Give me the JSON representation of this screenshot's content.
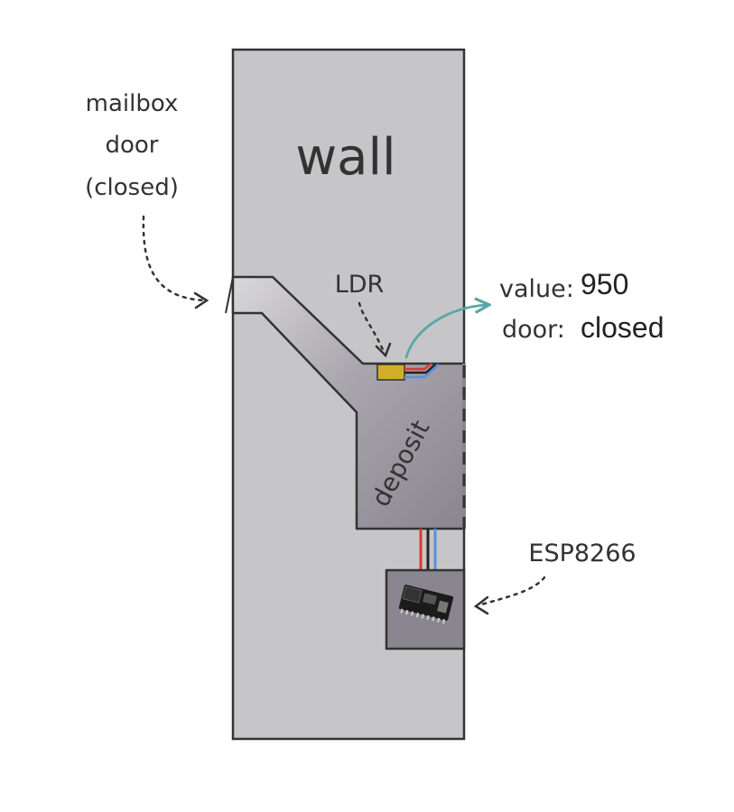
{
  "diagram": {
    "labels": {
      "wall": "wall",
      "deposit": "deposit",
      "ldr": "LDR",
      "esp": "ESP8266",
      "mailbox_line1": "mailbox",
      "mailbox_line2": "door",
      "mailbox_line3": "(closed)"
    },
    "readout": {
      "value_label": "value:",
      "value": "950",
      "door_label": "door:",
      "door_state": "closed"
    },
    "colors": {
      "wall": "#c6c6c8",
      "deposit": "#8a8690",
      "outline": "#333333",
      "ldr": "#d2ae2a",
      "wire_red": "#d93a32",
      "wire_blue": "#5b8fe0",
      "wire_black": "#222222",
      "signal_arrow": "#5aa7a4"
    },
    "icons": [
      "esp8266-board-icon"
    ]
  }
}
